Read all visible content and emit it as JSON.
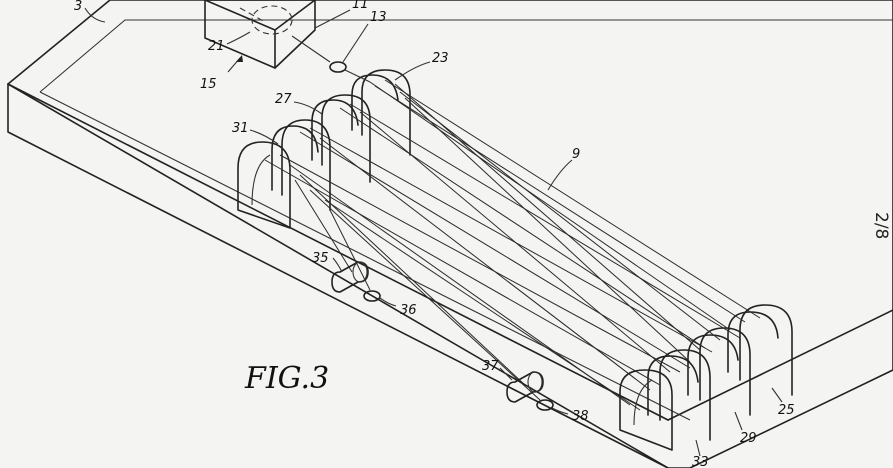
{
  "figure": {
    "title": "FIG.3",
    "sheet": "2/8"
  },
  "labels": {
    "l3": "3",
    "l9": "9",
    "l11": "11",
    "l13": "13",
    "l15": "15",
    "l21": "21",
    "l23": "23",
    "l25": "25",
    "l27": "27",
    "l29": "29",
    "l31": "31",
    "l33": "33",
    "l35": "35",
    "l36": "36",
    "l37": "37",
    "l38": "38"
  }
}
